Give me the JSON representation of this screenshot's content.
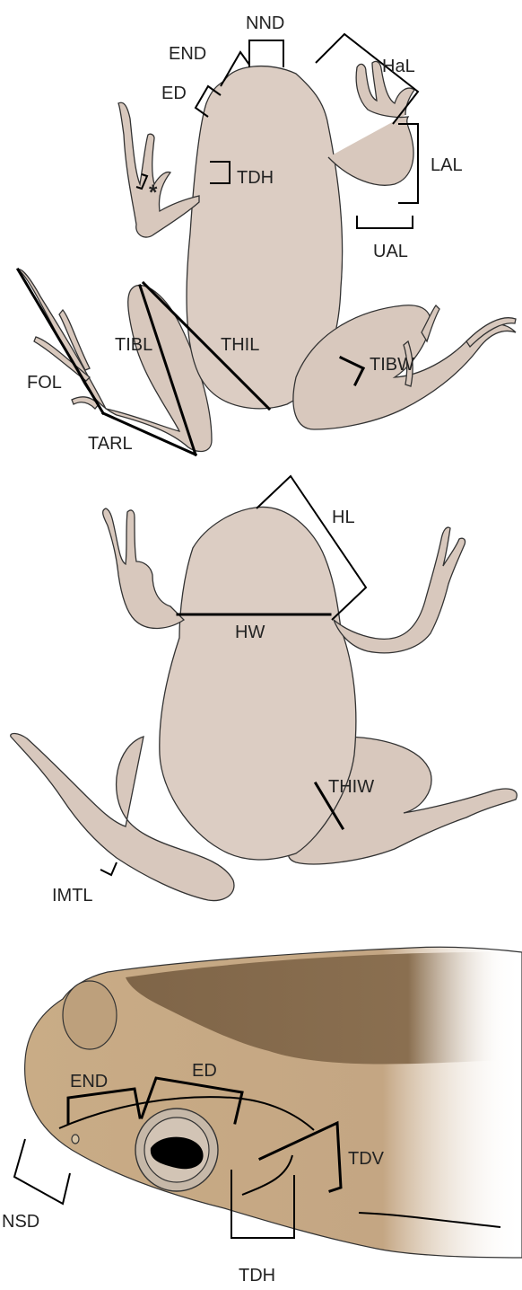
{
  "colors": {
    "body_fill": "#dccdc3",
    "body_fill_dark": "#cbb8aa",
    "head_skin": "#c9ac86",
    "head_dark": "#8a6f50",
    "eye_pupil": "#000000",
    "line": "#000000"
  },
  "panels": {
    "dorsal": {
      "labels": {
        "nnd": "NND",
        "end": "END",
        "ed": "ED",
        "hal": "HaL",
        "lal": "LAL",
        "ual": "UAL",
        "tdh": "TDH",
        "asterisk": "*",
        "tibl": "TIBL",
        "thil": "THIL",
        "tibw": "TIBW",
        "fol": "FOL",
        "tarl": "TARL"
      }
    },
    "ventral": {
      "labels": {
        "hl": "HL",
        "hw": "HW",
        "thiw": "THIW",
        "imtl": "IMTL"
      }
    },
    "lateral": {
      "labels": {
        "end": "END",
        "ed": "ED",
        "nsd": "NSD",
        "tdv": "TDV",
        "tdh": "TDH"
      }
    }
  }
}
